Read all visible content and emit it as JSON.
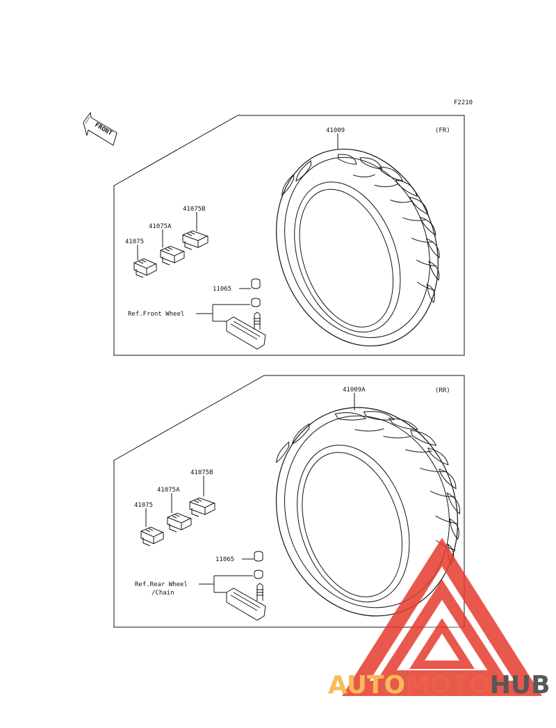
{
  "diagram_code": "F2210",
  "front_arrow_label": "FRONT",
  "front_panel": {
    "section_tag": "(FR)",
    "tire_part": "41009",
    "weights": [
      "41075",
      "41075A",
      "41075B"
    ],
    "valve_cap_part": "11065",
    "ref_note": [
      "Ref.Front Wheel"
    ]
  },
  "rear_panel": {
    "section_tag": "(RR)",
    "tire_part": "41009A",
    "weights": [
      "41075",
      "41075A",
      "41075B"
    ],
    "valve_cap_part": "11065",
    "ref_note": [
      "Ref.Rear Wheel",
      "/Chain"
    ]
  },
  "watermark": {
    "parts": [
      "AUTO",
      "MOTO",
      "HUB"
    ],
    "colors": {
      "auto": "#f5b03a",
      "moto": "#e8452a",
      "hub": "#3a3a3a",
      "triangle": "#e63b2e"
    }
  }
}
